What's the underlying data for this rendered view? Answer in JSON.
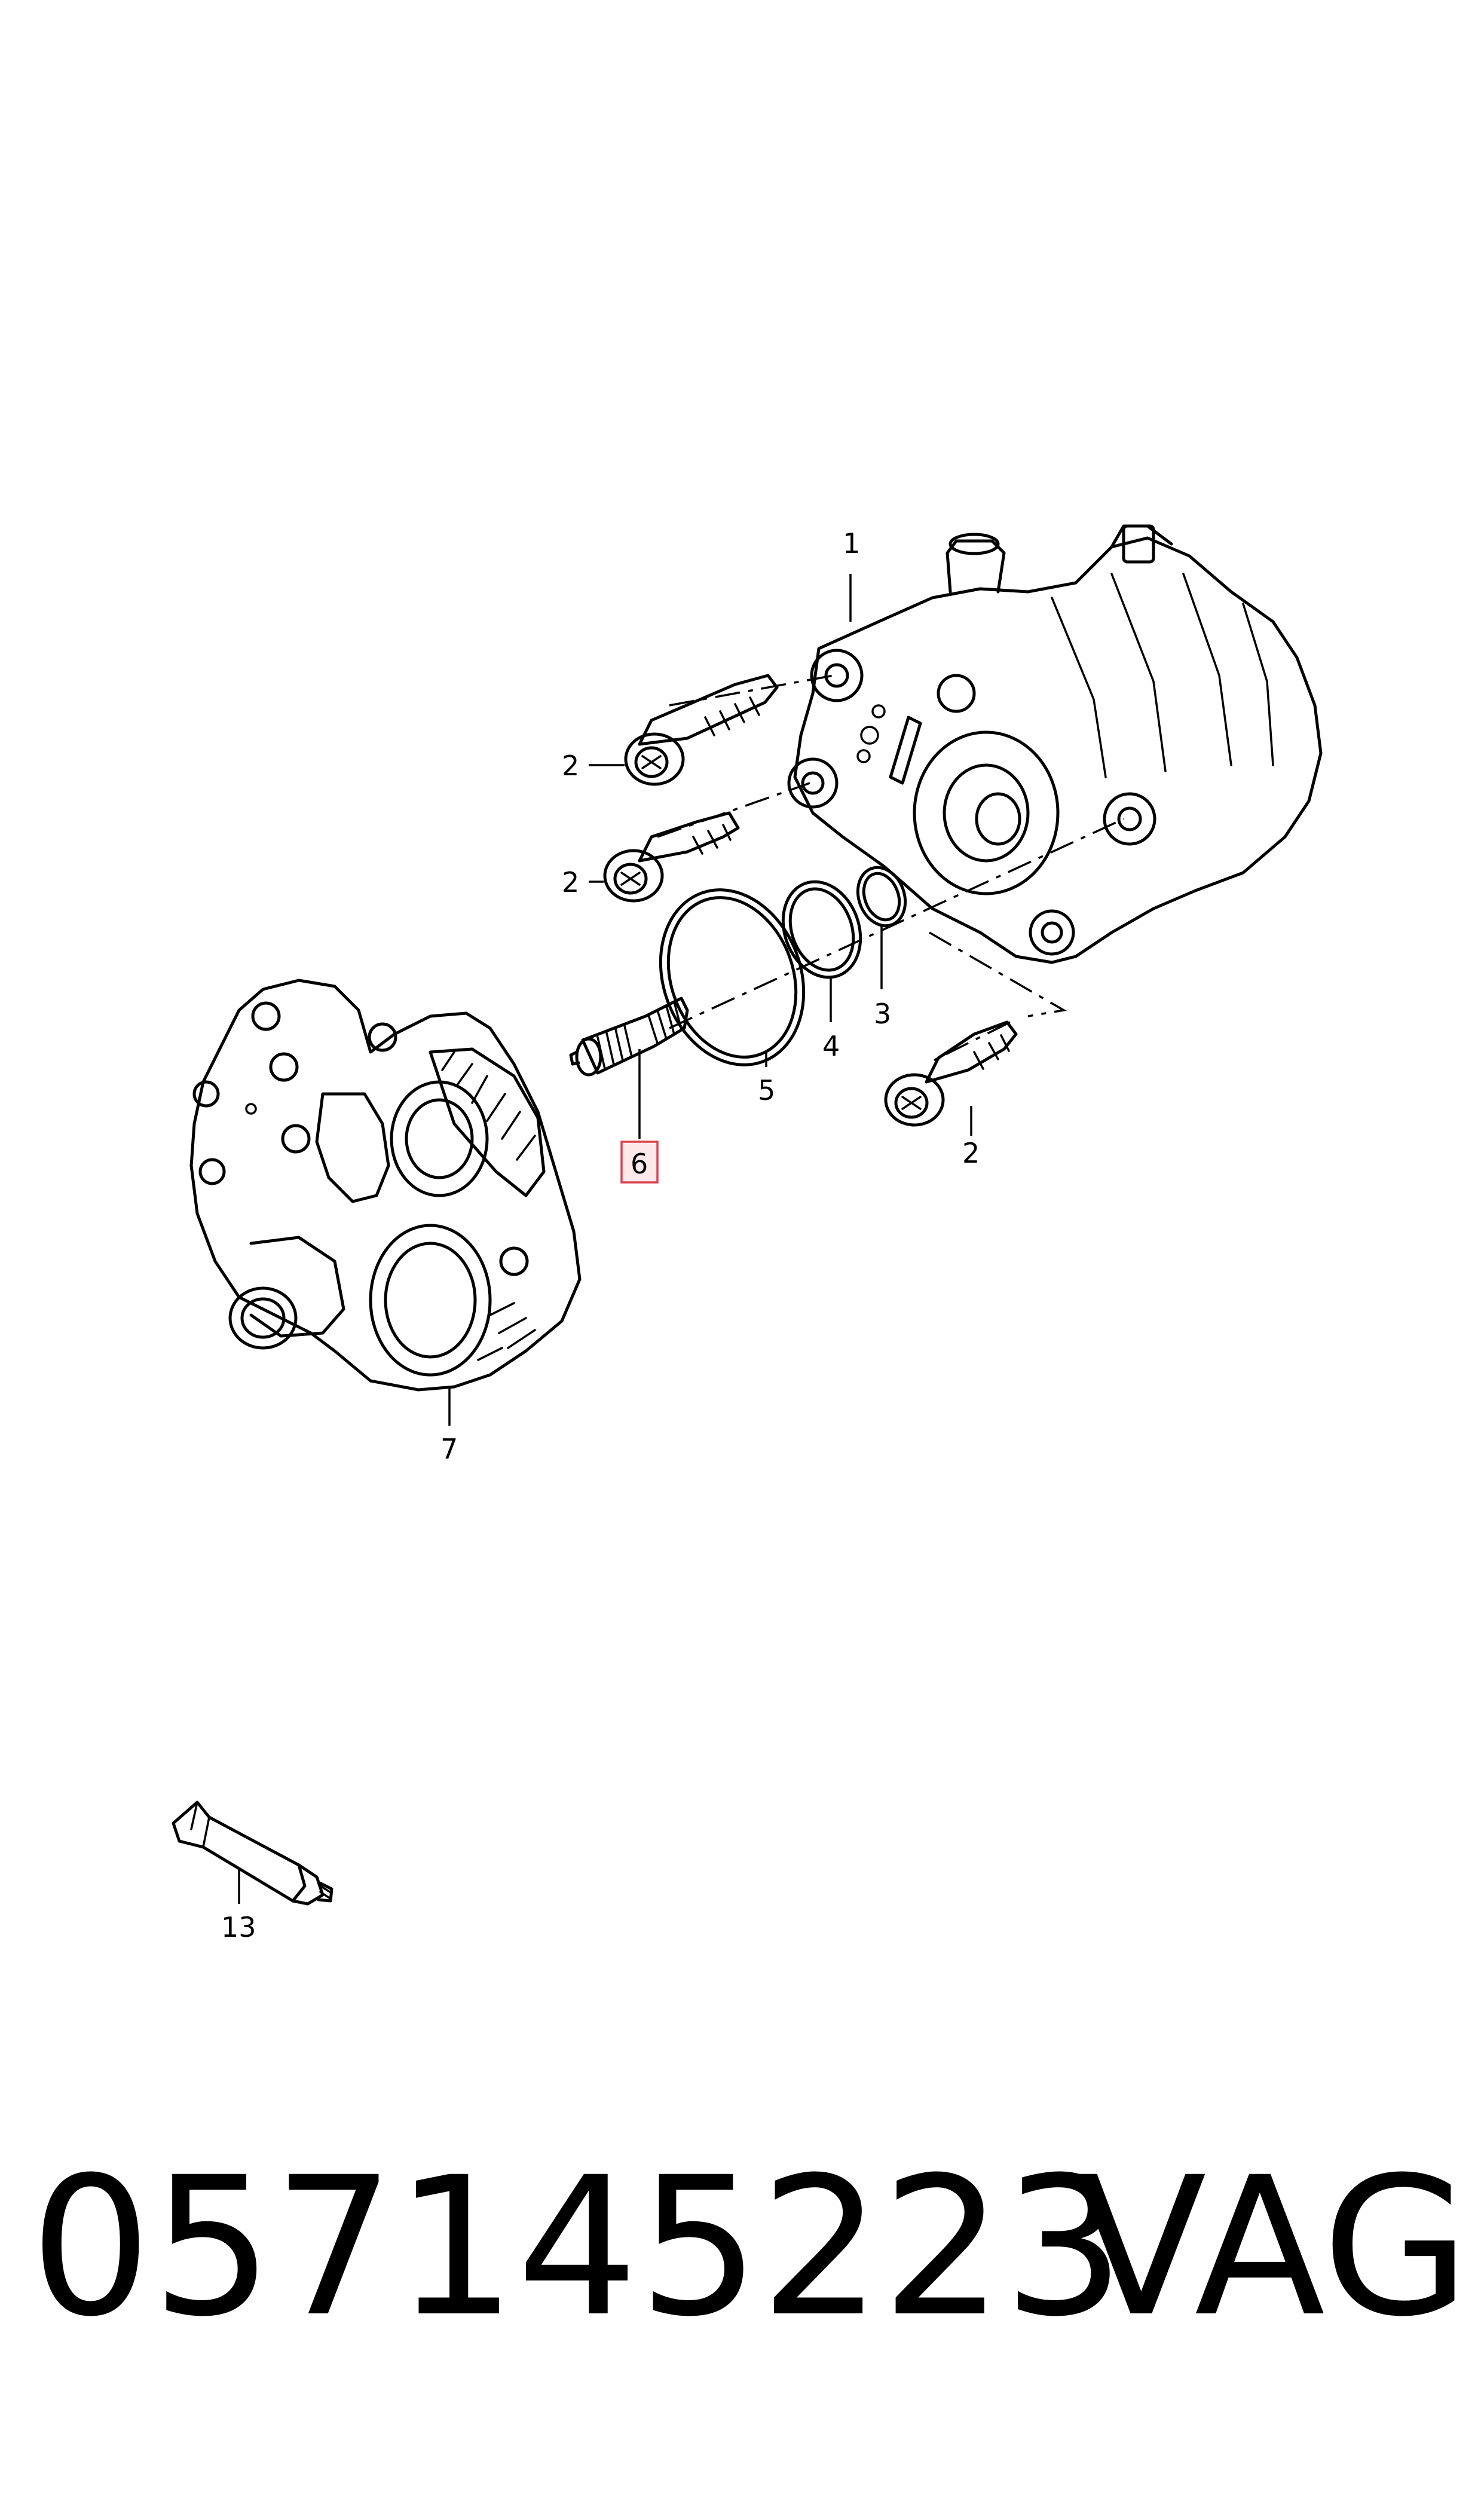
{
  "diagram": {
    "callouts": {
      "c1": "1",
      "c2a": "2",
      "c2b": "2",
      "c2c": "2",
      "c3": "3",
      "c4": "4",
      "c5": "5",
      "c6": "6",
      "c7": "7",
      "c13": "13"
    },
    "highlighted_callout": "6",
    "highlight_color": "#d9434f",
    "highlight_fill": "#fde8ea"
  },
  "footer": {
    "part_number": "057145223",
    "brand": "VAG"
  }
}
